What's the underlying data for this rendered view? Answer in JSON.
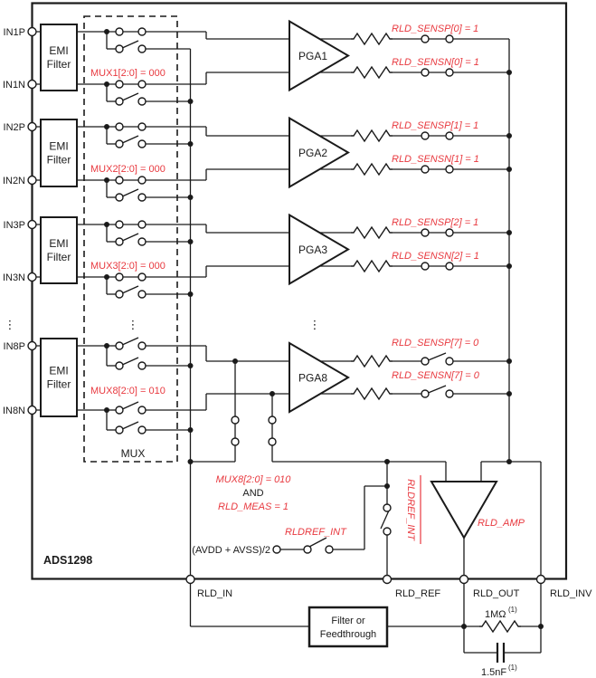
{
  "device": "ADS1298",
  "colors": {
    "accent_red": "#e8393f",
    "wire": "#1a1a1a"
  },
  "inputs_ellipsis": "⋮",
  "channels": [
    {
      "pin_p": "IN1P",
      "pin_n": "IN1N",
      "emi_line1": "EMI",
      "emi_line2": "Filter",
      "mux_label": "MUX1[2:0] = 000",
      "pga_label": "PGA1",
      "sensp_label": "RLD_SENSP[0] = 1",
      "sensn_label": "RLD_SENSN[0] = 1"
    },
    {
      "pin_p": "IN2P",
      "pin_n": "IN2N",
      "emi_line1": "EMI",
      "emi_line2": "Filter",
      "mux_label": "MUX2[2:0] = 000",
      "pga_label": "PGA2",
      "sensp_label": "RLD_SENSP[1] = 1",
      "sensn_label": "RLD_SENSN[1] = 1"
    },
    {
      "pin_p": "IN3P",
      "pin_n": "IN3N",
      "emi_line1": "EMI",
      "emi_line2": "Filter",
      "mux_label": "MUX3[2:0] = 000",
      "pga_label": "PGA3",
      "sensp_label": "RLD_SENSP[2] = 1",
      "sensn_label": "RLD_SENSN[2] = 1"
    },
    {
      "pin_p": "IN8P",
      "pin_n": "IN8N",
      "emi_line1": "EMI",
      "emi_line2": "Filter",
      "mux_label": "MUX8[2:0] = 010",
      "pga_label": "PGA8",
      "sensp_label": "RLD_SENSP[7] = 0",
      "sensn_label": "RLD_SENSN[7] = 0"
    }
  ],
  "mux_box_label": "MUX",
  "rld": {
    "cond_line1": "MUX8[2:0] = 010",
    "cond_line2": "AND",
    "cond_line3": "RLD_MEAS = 1",
    "ref_source_label": "(AVDD + AVSS)/2",
    "rldref_int_label": "RLDREF_INT",
    "rldref_int_bar_label": "RLDREF_INT",
    "amp_label": "RLD_AMP"
  },
  "pins": {
    "rld_in": "RLD_IN",
    "rld_ref": "RLD_REF",
    "rld_out": "RLD_OUT",
    "rld_inv": "RLD_INV"
  },
  "external": {
    "filter_line1": "Filter or",
    "filter_line2": "Feedthrough",
    "resistor_value": "1MΩ",
    "resistor_note": "(1)",
    "cap_value": "1.5nF",
    "cap_note": "(1)"
  }
}
